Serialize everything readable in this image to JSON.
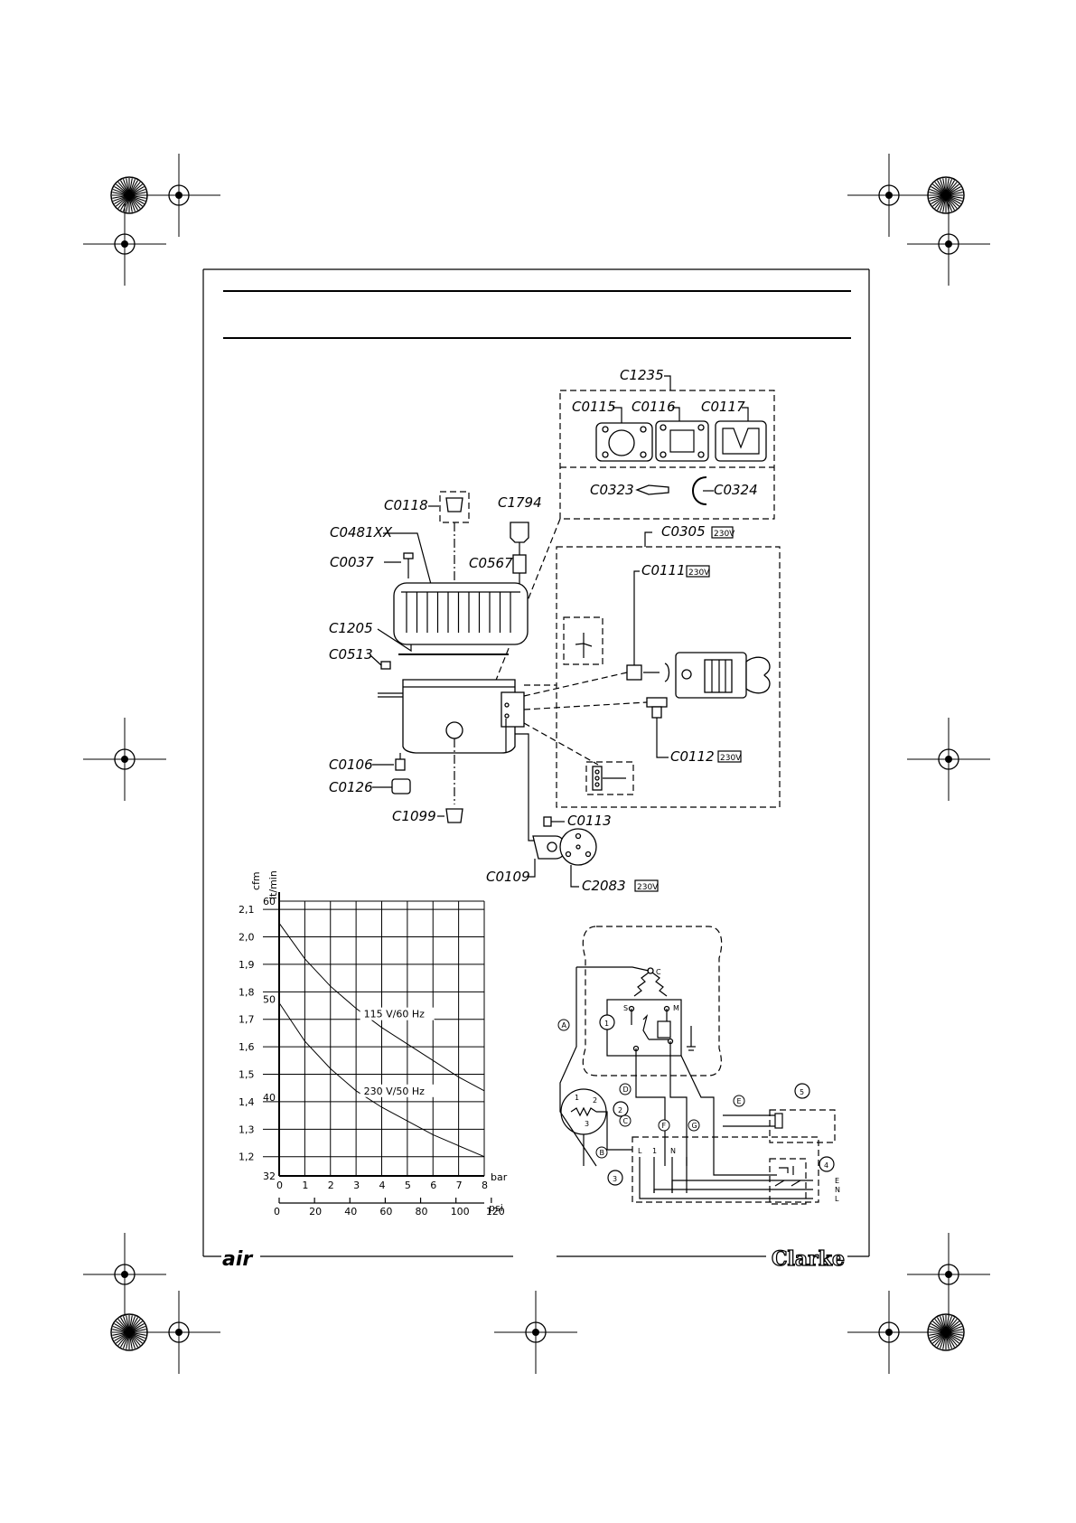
{
  "parts": {
    "c1235": "C1235",
    "c0115": "C0115",
    "c0116": "C0116",
    "c0117": "C0117",
    "c0323": "C0323",
    "c0324": "C0324",
    "c0118": "C0118",
    "c1794": "C1794",
    "c0481xx": "C0481XX",
    "c0037": "C0037",
    "c0567": "C0567",
    "c0305": "C0305",
    "c0111": "C0111",
    "c1205": "C1205",
    "c0513": "C0513",
    "c0106": "C0106",
    "c0126": "C0126",
    "c0112": "C0112",
    "c1099": "C1099",
    "c0113": "C0113",
    "c0109": "C0109",
    "c2083": "C2083"
  },
  "voltage_tag": "230V",
  "chart_data": {
    "type": "line",
    "x_axis_bottom": {
      "label": "bar",
      "ticks": [
        "0",
        "1",
        "2",
        "3",
        "4",
        "5",
        "6",
        "7",
        "8"
      ],
      "range": [
        0,
        8
      ]
    },
    "x_axis_psi": {
      "label": "psi",
      "ticks": [
        "0",
        "20",
        "40",
        "60",
        "80",
        "100",
        "120"
      ],
      "range": [
        0,
        120
      ]
    },
    "y_axis_left": {
      "label": "cfm",
      "ticks": [
        "1,2",
        "1,3",
        "1,4",
        "1,5",
        "1,6",
        "1,7",
        "1,8",
        "1,9",
        "2,0",
        "2,1"
      ],
      "range": [
        1.13,
        2.13
      ]
    },
    "y_axis_right": {
      "label": "lt/min",
      "ticks": [
        "32",
        "40",
        "50",
        "60"
      ],
      "range": [
        32,
        60
      ]
    },
    "grid": true,
    "series": [
      {
        "name": "115 V/60 Hz",
        "x": [
          0,
          1,
          2,
          3,
          4,
          5,
          6,
          7,
          8
        ],
        "y": [
          2.05,
          1.92,
          1.82,
          1.74,
          1.67,
          1.61,
          1.55,
          1.49,
          1.44
        ]
      },
      {
        "name": "230 V/50 Hz",
        "x": [
          0,
          1,
          2,
          3,
          4,
          5,
          6,
          7,
          8
        ],
        "y": [
          1.76,
          1.62,
          1.52,
          1.44,
          1.38,
          1.33,
          1.28,
          1.24,
          1.2
        ]
      }
    ]
  },
  "wiring": {
    "letters": [
      "A",
      "B",
      "C",
      "D",
      "E",
      "F",
      "G",
      "N",
      "L"
    ],
    "numbers": [
      "1",
      "2",
      "3",
      "4",
      "5"
    ],
    "terminals": [
      "S",
      "M",
      "C",
      "1",
      "2",
      "3",
      "L",
      "1",
      "N"
    ]
  },
  "brand": {
    "left": "air",
    "right": "Clarke"
  }
}
